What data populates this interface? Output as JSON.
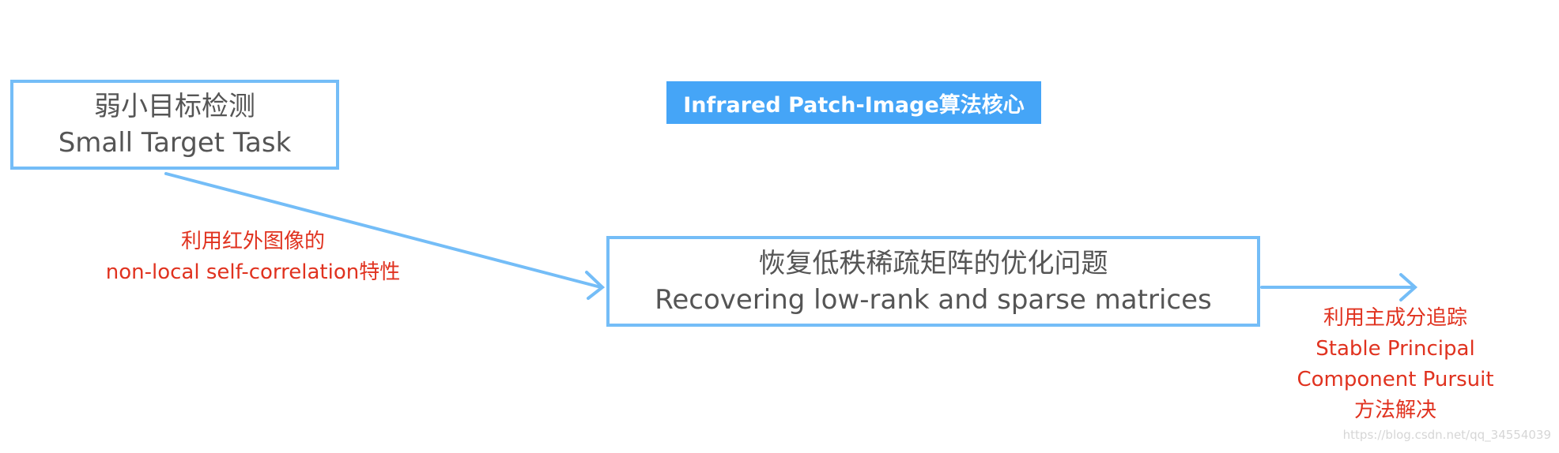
{
  "title_label": "Infrared Patch-Image算法核心",
  "box1": {
    "line1": "弱小目标检测",
    "line2": "Small Target Task"
  },
  "box2": {
    "line1": "恢复低秩稀疏矩阵的优化问题",
    "line2": "Recovering low-rank and sparse matrices"
  },
  "note1": {
    "line1": "利用红外图像的",
    "line2": "non-local self-correlation特性"
  },
  "note2": {
    "line1": "利用主成分追踪",
    "line2": "Stable Principal",
    "line3": "Component Pursuit",
    "line4": "方法解决"
  },
  "watermark": "https://blog.csdn.net/qq_34554039",
  "colors": {
    "box_border": "#74bdf7",
    "label_bg": "#45a5f7",
    "note": "#e0321f",
    "text": "#555555"
  }
}
